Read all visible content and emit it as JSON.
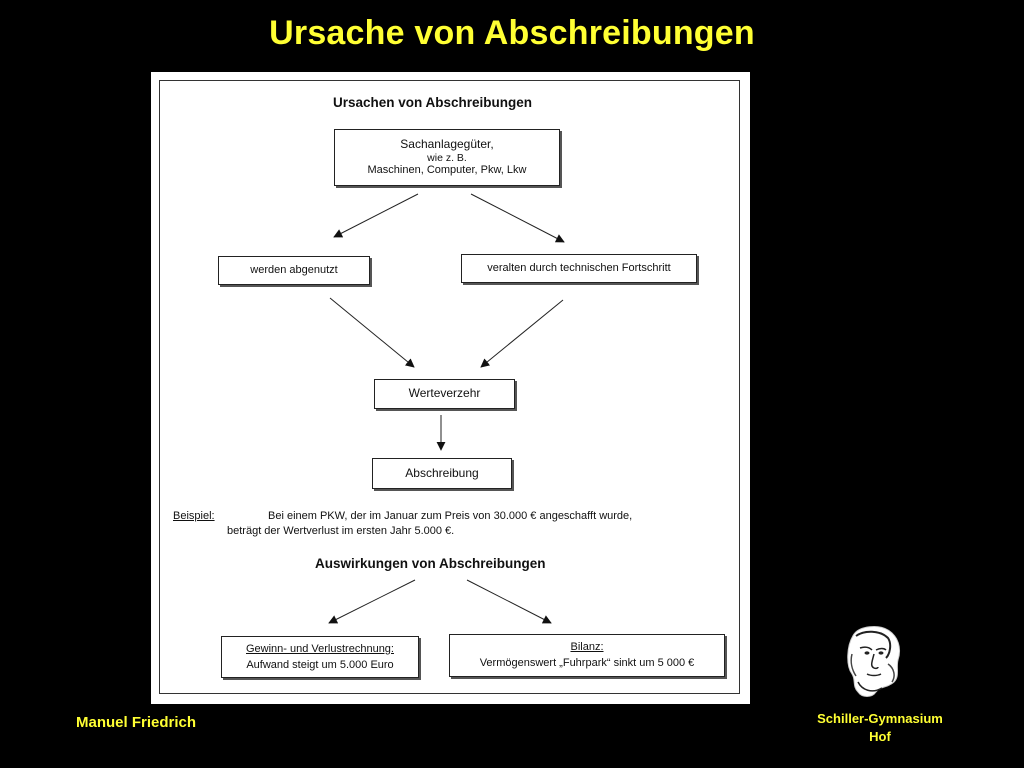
{
  "slide": {
    "title": "Ursache von Abschreibungen",
    "author": "Manuel Friedrich",
    "school_line1": "Schiller-Gymnasium",
    "school_line2": "Hof",
    "logo_icon": "schiller-portrait-icon",
    "title_color": "#ffff33",
    "background_color": "#000000"
  },
  "diagram": {
    "heading_causes": "Ursachen von Abschreibungen",
    "assets_box": {
      "line1": "Sachanlagegüter,",
      "line2": "wie z. B.",
      "line3": "Maschinen, Computer, Pkw, Lkw"
    },
    "worn_out": "werden abgenutzt",
    "obsolete": "veralten durch technischen Fortschritt",
    "value_consumption": "Werteverzehr",
    "depreciation": "Abschreibung",
    "example": {
      "label": "Beispiel:",
      "line1": "Bei einem PKW, der im Januar zum Preis von 30.000 € angeschafft wurde,",
      "line2": "beträgt der Wertverlust im ersten Jahr 5.000 €."
    },
    "heading_effects": "Auswirkungen von Abschreibungen",
    "income_statement": {
      "title": "Gewinn- und Verlustrechnung:",
      "text": "Aufwand steigt um 5.000 Euro"
    },
    "balance_sheet": {
      "title": "Bilanz:",
      "text": "Vermögenswert „Fuhrpark“ sinkt um 5 000 €"
    }
  }
}
